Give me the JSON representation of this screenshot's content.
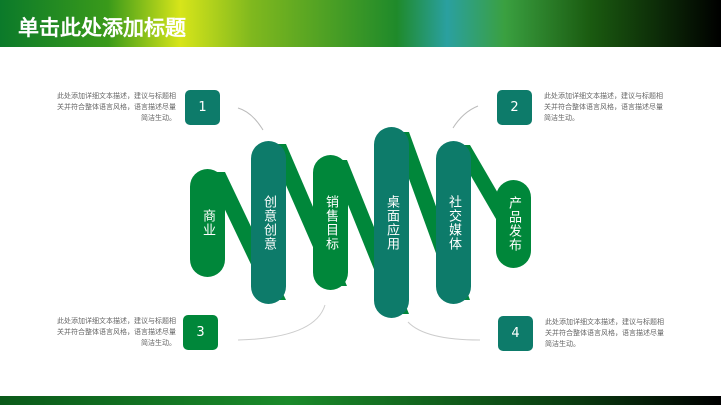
{
  "header": {
    "title": "单击此处添加标题"
  },
  "colors": {
    "green": "#00873a",
    "teal": "#0d7b6a"
  },
  "pills": [
    "商业",
    "创意创意",
    "销售目标",
    "桌面应用",
    "社交媒体",
    "产品发布"
  ],
  "items": [
    {
      "number": "1",
      "text": "此处添加详细文本描述，建议与标题相关并符合整体语言风格，语言描述尽量简洁生动。"
    },
    {
      "number": "2",
      "text": "此处添加详细文本描述，建议与标题相关并符合整体语言风格，语言描述尽量简洁生动。"
    },
    {
      "number": "3",
      "text": "此处添加详细文本描述，建议与标题相关并符合整体语言风格，语言描述尽量简洁生动。"
    },
    {
      "number": "4",
      "text": "此处添加详细文本描述，建议与标题相关并符合整体语言风格，语言描述尽量简洁生动。"
    }
  ]
}
